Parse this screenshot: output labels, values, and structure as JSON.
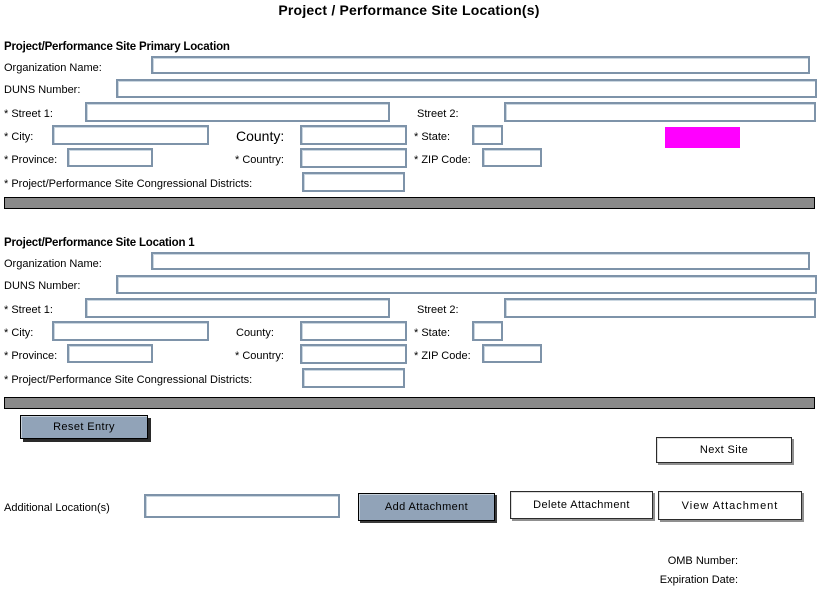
{
  "title": "Project / Performance Site Location(s)",
  "colors": {
    "field_border": "#7E93A9",
    "button_blue": "#91A3B8",
    "divider_gray": "#8A8A8A",
    "state_highlight": "#FF00FF"
  },
  "labels": {
    "organization_name": "Organization Name:",
    "duns": "DUNS Number:",
    "street1": "* Street 1:",
    "street2": "Street 2:",
    "city": "* City:",
    "county": "County:",
    "state": "* State:",
    "province": "* Province:",
    "country": "* Country:",
    "zip": "* ZIP Code:",
    "districts": "* Project/Performance Site Congressional Districts:"
  },
  "sections": [
    {
      "heading": "Project/Performance Site Primary Location"
    },
    {
      "heading": "Project/Performance Site Location 1"
    }
  ],
  "buttons": {
    "reset": "Reset Entry",
    "next_site": "Next Site"
  },
  "attachments": {
    "additional_label": "Additional Location(s)",
    "add": "Add Attachment",
    "delete": "Delete Attachment",
    "view": "View Attachment"
  },
  "footer": {
    "omb": "OMB Number:",
    "expiration": "Expiration Date:"
  }
}
